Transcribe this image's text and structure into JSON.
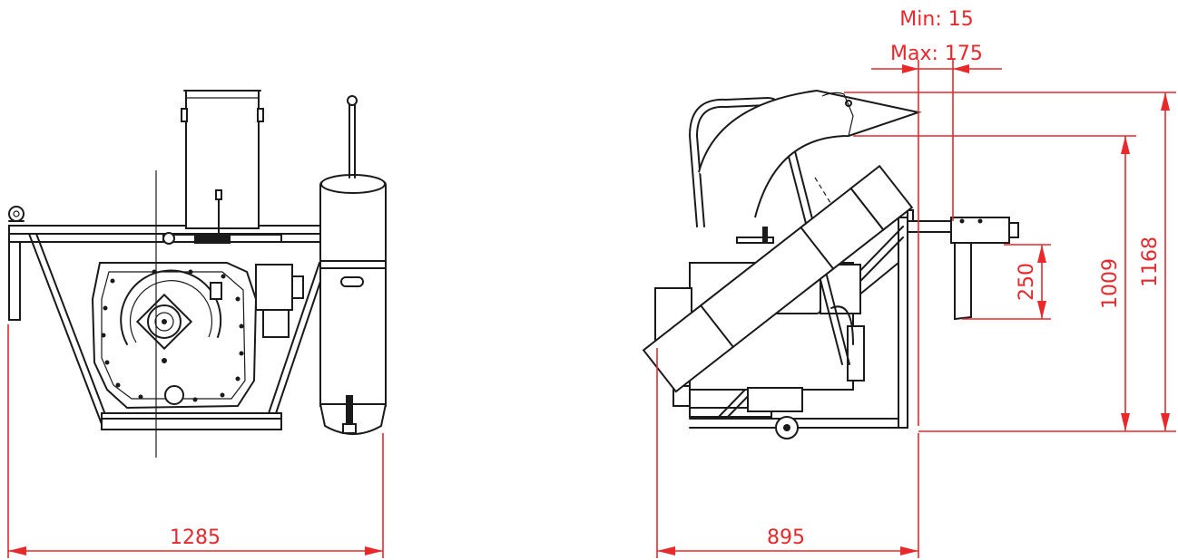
{
  "dimensions": {
    "front_width": "1285",
    "side_depth": "895",
    "adjust_min": "Min: 15",
    "adjust_max": "Max: 175",
    "spout_drop": "250",
    "spout_height": "1009",
    "overall_height": "1168"
  },
  "colors": {
    "dimension": "#e8282b",
    "linework": "#1a1a1a"
  }
}
